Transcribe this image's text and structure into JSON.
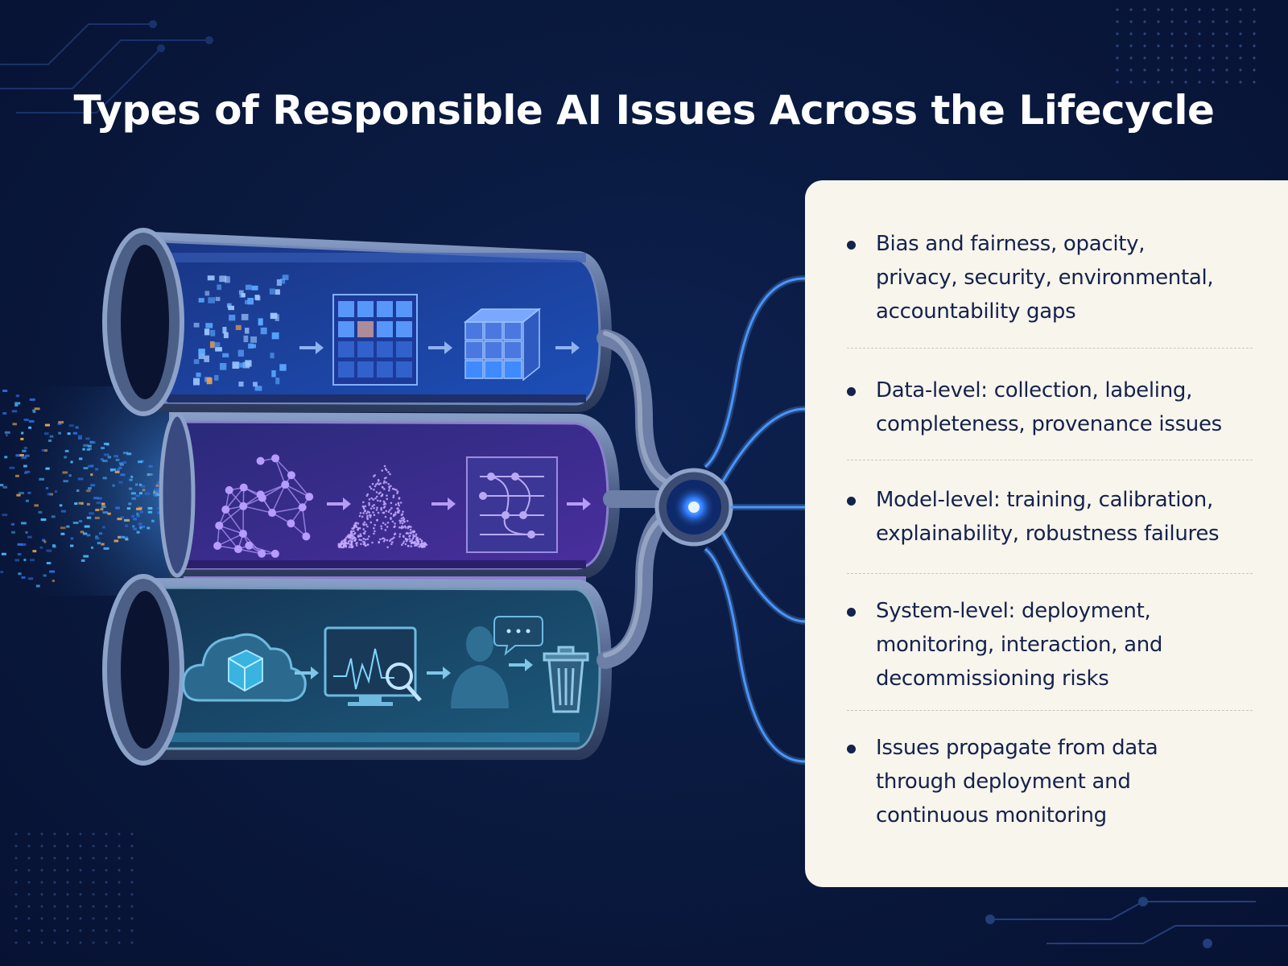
{
  "title": "Types of Responsible AI Issues Across the Lifecycle",
  "colors": {
    "background": "#0a1a40",
    "panel": "#f8f5ec",
    "text_dark": "#14224d",
    "connector": "#3b8cff",
    "data_stage": "#1b3a9a",
    "model_stage": "#3a2a8c",
    "system_stage": "#1a4a6a"
  },
  "stages": [
    {
      "id": "data",
      "icons": [
        "scattered-data-cubes-icon",
        "data-grid-icon",
        "data-cube-icon"
      ]
    },
    {
      "id": "model",
      "icons": [
        "neural-network-icon",
        "distribution-curve-icon",
        "model-graph-icon"
      ]
    },
    {
      "id": "system",
      "icons": [
        "cloud-deploy-icon",
        "monitoring-screen-icon",
        "user-interaction-icon",
        "trash-decommission-icon"
      ]
    }
  ],
  "issues": [
    {
      "lines": [
        "Bias and fairness, opacity,",
        "privacy, security, environmental,",
        "accountability gaps"
      ]
    },
    {
      "lines": [
        "Data-level: collection, labeling,",
        "completeness, provenance issues"
      ]
    },
    {
      "lines": [
        "Model-level: training, calibration,",
        "explainability, robustness failures"
      ]
    },
    {
      "lines": [
        "System-level: deployment,",
        "monitoring, interaction, and",
        "decommissioning risks"
      ]
    },
    {
      "lines": [
        "Issues propagate from data",
        "through deployment and",
        "continuous monitoring"
      ]
    }
  ]
}
